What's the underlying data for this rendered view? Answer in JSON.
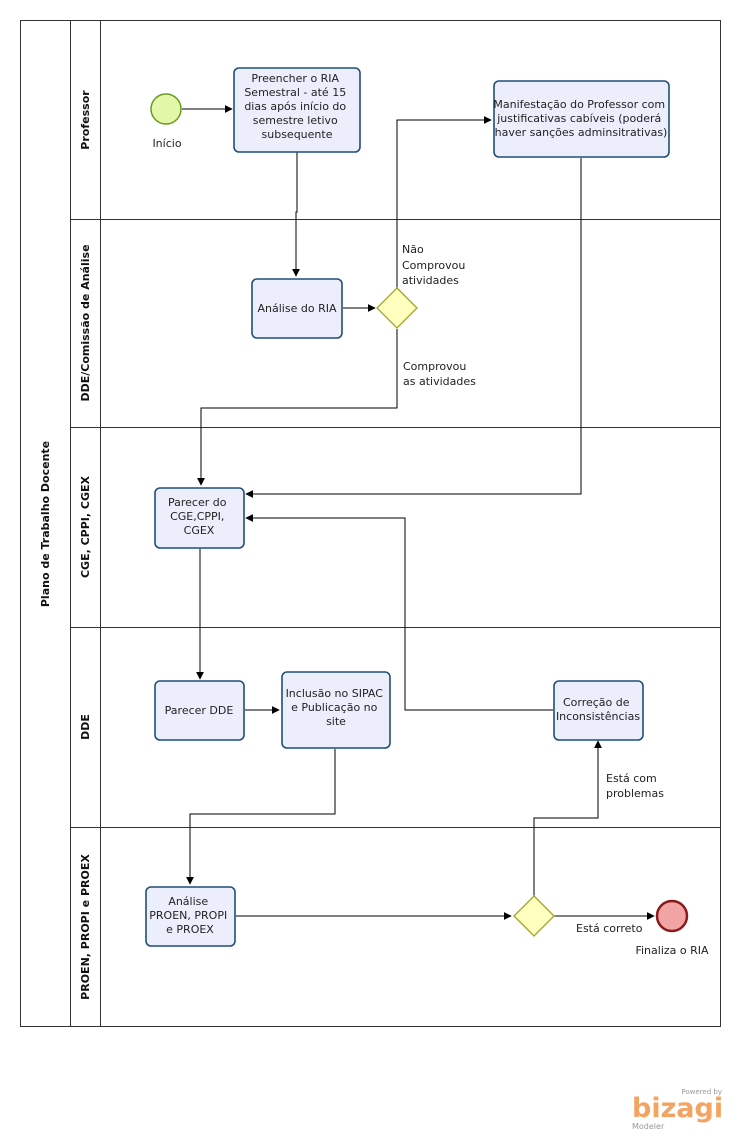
{
  "pool": {
    "title": "Plano de Trabalho Docente"
  },
  "lanes": [
    {
      "id": "professor",
      "title": "Professor"
    },
    {
      "id": "dde-comissao",
      "title": "DDE/Comissão de Análise"
    },
    {
      "id": "cge",
      "title": "CGE, CPPI, CGEX"
    },
    {
      "id": "dde",
      "title": "DDE"
    },
    {
      "id": "proen",
      "title": "PROEN, PROPI e PROEX"
    }
  ],
  "events": {
    "start": {
      "label": "Início"
    },
    "end": {
      "label": "Finaliza o RIA"
    }
  },
  "tasks": {
    "preencher": {
      "lines": [
        "Preencher o  RIA",
        "Semestral - até 15",
        "dias após início do",
        "semestre letivo",
        "subsequente"
      ]
    },
    "manifestacao": {
      "lines": [
        "Manifestação do Professor com",
        "justificativas cabíveis (poderá",
        "haver sanções adminsitrativas)"
      ]
    },
    "analise_ria": {
      "lines": [
        "Análise do RIA"
      ]
    },
    "parecer_cge": {
      "lines": [
        "Parecer do",
        "CGE,CPPI,",
        "CGEX"
      ]
    },
    "parecer_dde": {
      "lines": [
        "Parecer DDE"
      ]
    },
    "inclusao": {
      "lines": [
        "Inclusão no SIPAC",
        "e Publicação no",
        "site"
      ]
    },
    "correcao": {
      "lines": [
        "Correção de",
        "Inconsistências"
      ]
    },
    "analise_proen": {
      "lines": [
        "Análise",
        "PROEN, PROPI",
        "e PROEX"
      ]
    }
  },
  "flow_labels": {
    "nao_comprovou": [
      "Não",
      "Comprovou",
      "atividades"
    ],
    "comprovou": [
      "Comprovou",
      "as atividades"
    ],
    "com_problemas": [
      "Está com",
      "problemas"
    ],
    "correto": [
      "Está correto"
    ]
  },
  "logo": {
    "powered": "Powered by",
    "brand": "bizagi",
    "product": "Modeler"
  }
}
